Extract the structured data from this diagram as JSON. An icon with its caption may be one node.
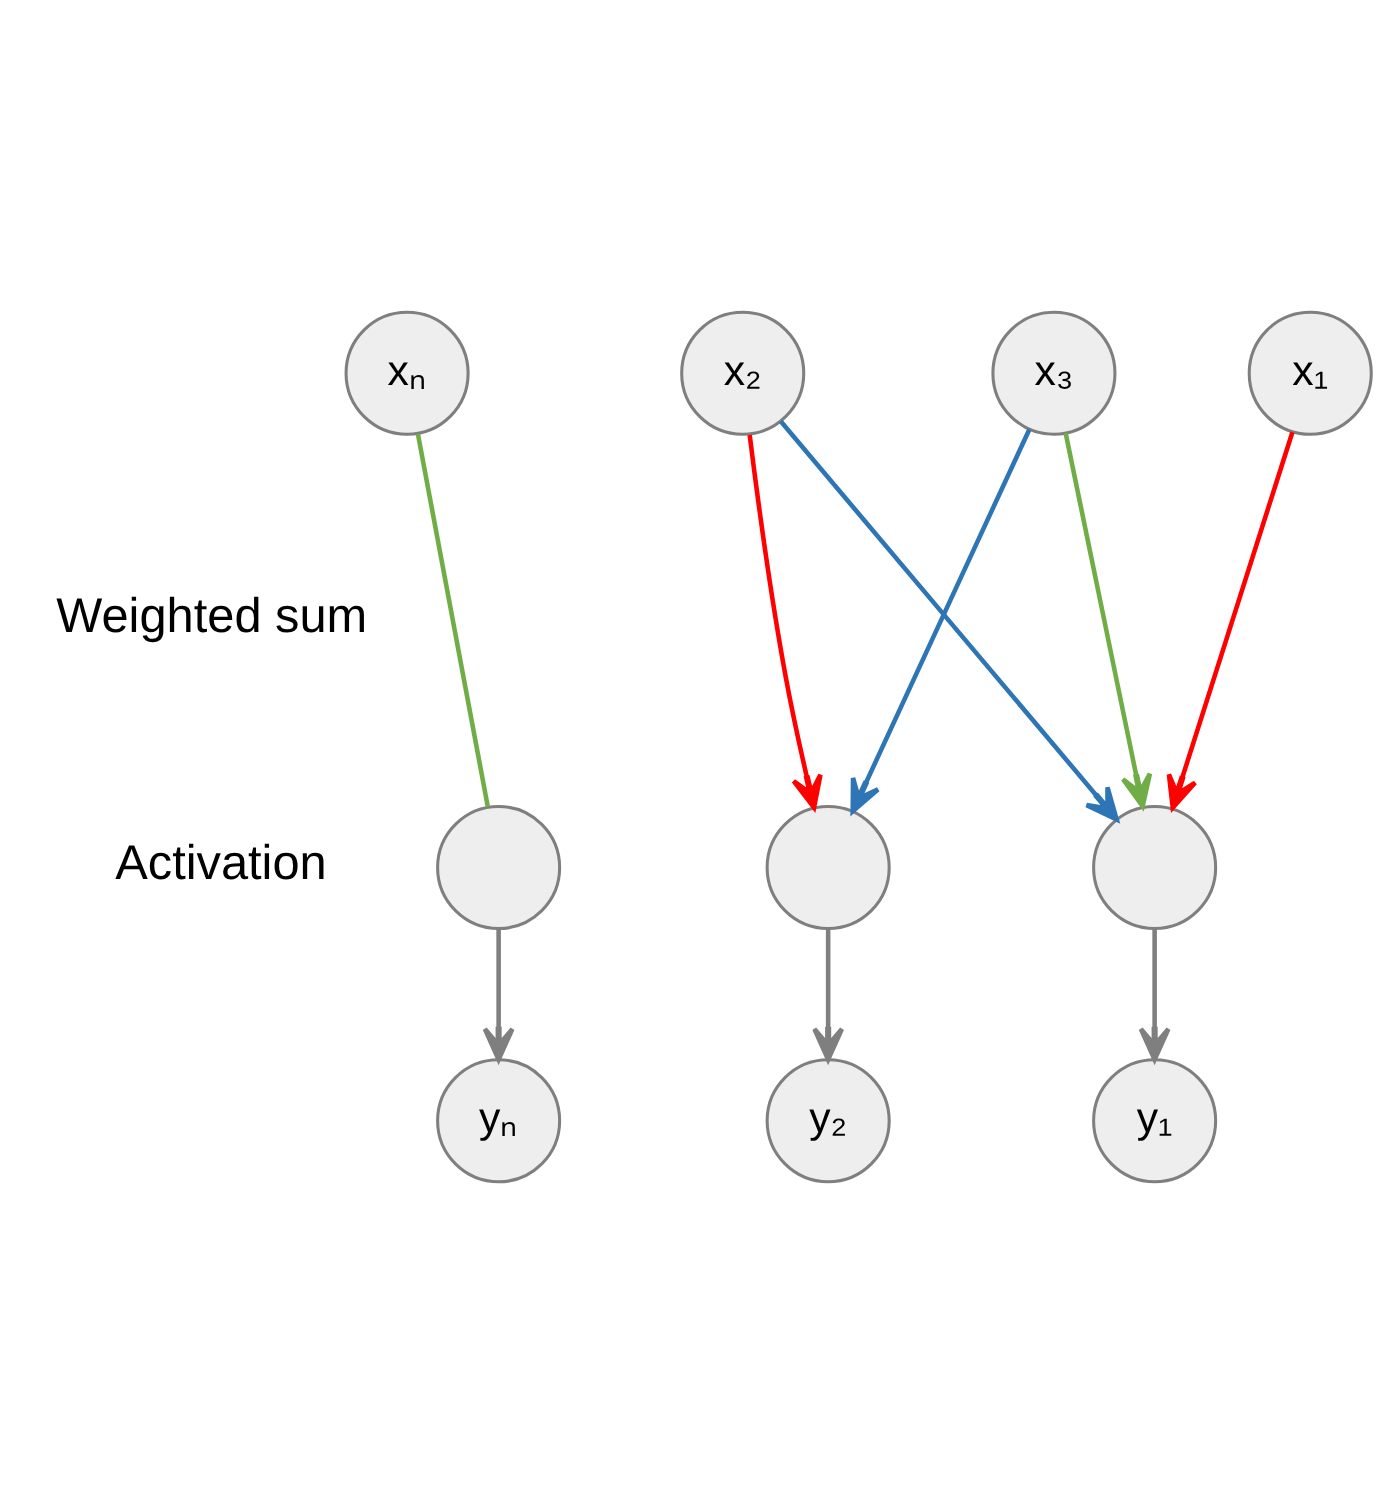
{
  "diagram": {
    "nodes": [
      {
        "text": [
          "xₙ"
        ]
      },
      {
        "text": [
          "x₃"
        ]
      },
      {
        "text": [
          "x₂"
        ]
      },
      {
        "text": [
          "x₁"
        ]
      },
      {
        "text": [],
        "shape": "circle"
      },
      {
        "text": [],
        "shape": "circle"
      },
      {
        "text": [],
        "shape": "circle"
      },
      {
        "text": [
          "yₙ"
        ]
      },
      {
        "text": [
          "y₂"
        ]
      },
      {
        "text": [
          "y₁"
        ]
      }
    ],
    "edges": [
      {
        "from": 0,
        "to": 4,
        "arrow": "none",
        "color": "#70ad47"
      },
      {
        "from": 1,
        "to": 5,
        "arrow": "to",
        "color": "#2e75b6"
      },
      {
        "from": 1,
        "to": 6,
        "arrow": "to",
        "color": "#70ad47"
      },
      {
        "from": 2,
        "to": 5,
        "arrow": "to",
        "color": "#ff0000"
      },
      {
        "from": 2,
        "to": 6,
        "arrow": "to",
        "color": "#2e75b6"
      },
      {
        "from": 3,
        "to": 6,
        "arrow": "to",
        "color": "#ff0000"
      },
      {
        "from": 4,
        "to": 7,
        "arrow": "to"
      },
      {
        "from": 5,
        "to": 8,
        "arrow": "to"
      },
      {
        "from": 6,
        "to": 9,
        "arrow": "to"
      }
    ],
    "labels": [
      "Weighted sum",
      "Activation"
    ]
  }
}
